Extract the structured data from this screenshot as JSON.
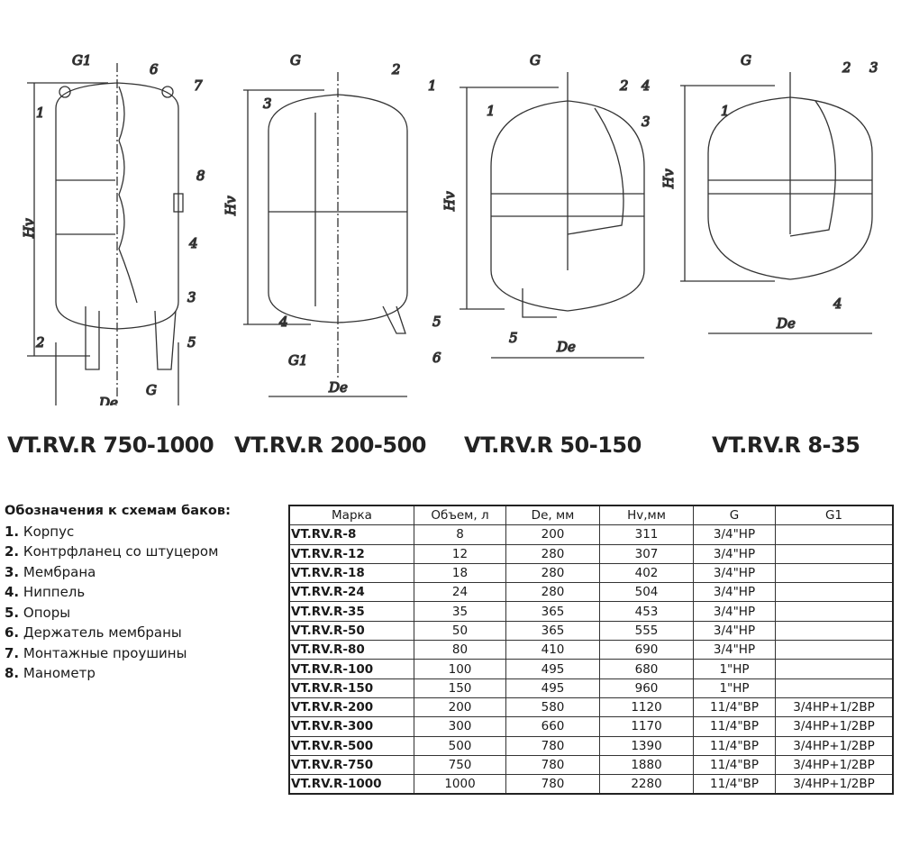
{
  "drawings": [
    {
      "title": "VT.RV.R 750-1000",
      "labels": {
        "g1": "G1",
        "g": "G",
        "hv": "Hv",
        "de": "De",
        "n1": "1",
        "n2": "2",
        "n3": "3",
        "n4": "4",
        "n5": "5",
        "n6": "6",
        "n7": "7",
        "n8": "8"
      }
    },
    {
      "title": "VT.RV.R 200-500",
      "labels": {
        "g": "G",
        "g1": "G1",
        "hv": "Hv",
        "de": "De",
        "n1": "1",
        "n2": "2",
        "n3": "3",
        "n4": "4",
        "n5": "5",
        "n6": "6"
      }
    },
    {
      "title": "VT.RV.R 50-150",
      "labels": {
        "g": "G",
        "hv": "Hv",
        "de": "De",
        "n1": "1",
        "n2": "2",
        "n3": "3",
        "n4": "4",
        "n5": "5"
      }
    },
    {
      "title": "VT.RV.R 8-35",
      "labels": {
        "g": "G",
        "hv": "Hv",
        "de": "De",
        "n1": "1",
        "n2": "2",
        "n3": "3",
        "n4": "4"
      }
    }
  ],
  "legend": {
    "heading": "Обозначения к схемам баков:",
    "items": [
      {
        "num": "1.",
        "text": "Корпус"
      },
      {
        "num": "2.",
        "text": "Контрфланец со штуцером"
      },
      {
        "num": "3.",
        "text": "Мембрана"
      },
      {
        "num": "4.",
        "text": "Ниппель"
      },
      {
        "num": "5.",
        "text": "Опоры"
      },
      {
        "num": "6.",
        "text": "Держатель мембраны"
      },
      {
        "num": "7.",
        "text": "Монтажные проушины"
      },
      {
        "num": "8.",
        "text": "Манометр"
      }
    ]
  },
  "table": {
    "headers": [
      "Марка",
      "Объем, л",
      "De, мм",
      "Hv,мм",
      "G",
      "G1"
    ],
    "rows": [
      [
        "VT.RV.R-8",
        "8",
        "200",
        "311",
        "3/4\"HP",
        ""
      ],
      [
        "VT.RV.R-12",
        "12",
        "280",
        "307",
        "3/4\"HP",
        ""
      ],
      [
        "VT.RV.R-18",
        "18",
        "280",
        "402",
        "3/4\"HP",
        ""
      ],
      [
        "VT.RV.R-24",
        "24",
        "280",
        "504",
        "3/4\"HP",
        ""
      ],
      [
        "VT.RV.R-35",
        "35",
        "365",
        "453",
        "3/4\"HP",
        ""
      ],
      [
        "VT.RV.R-50",
        "50",
        "365",
        "555",
        "3/4\"HP",
        ""
      ],
      [
        "VT.RV.R-80",
        "80",
        "410",
        "690",
        "3/4\"HP",
        ""
      ],
      [
        "VT.RV.R-100",
        "100",
        "495",
        "680",
        "1\"HP",
        ""
      ],
      [
        "VT.RV.R-150",
        "150",
        "495",
        "960",
        "1\"HP",
        ""
      ],
      [
        "VT.RV.R-200",
        "200",
        "580",
        "1120",
        "11/4\"BP",
        "3/4HP+1/2BP"
      ],
      [
        "VT.RV.R-300",
        "300",
        "660",
        "1170",
        "11/4\"BP",
        "3/4HP+1/2BP"
      ],
      [
        "VT.RV.R-500",
        "500",
        "780",
        "1390",
        "11/4\"BP",
        "3/4HP+1/2BP"
      ],
      [
        "VT.RV.R-750",
        "750",
        "780",
        "1880",
        "11/4\"BP",
        "3/4HP+1/2BP"
      ],
      [
        "VT.RV.R-1000",
        "1000",
        "780",
        "2280",
        "11/4\"BP",
        "3/4HP+1/2BP"
      ]
    ]
  }
}
